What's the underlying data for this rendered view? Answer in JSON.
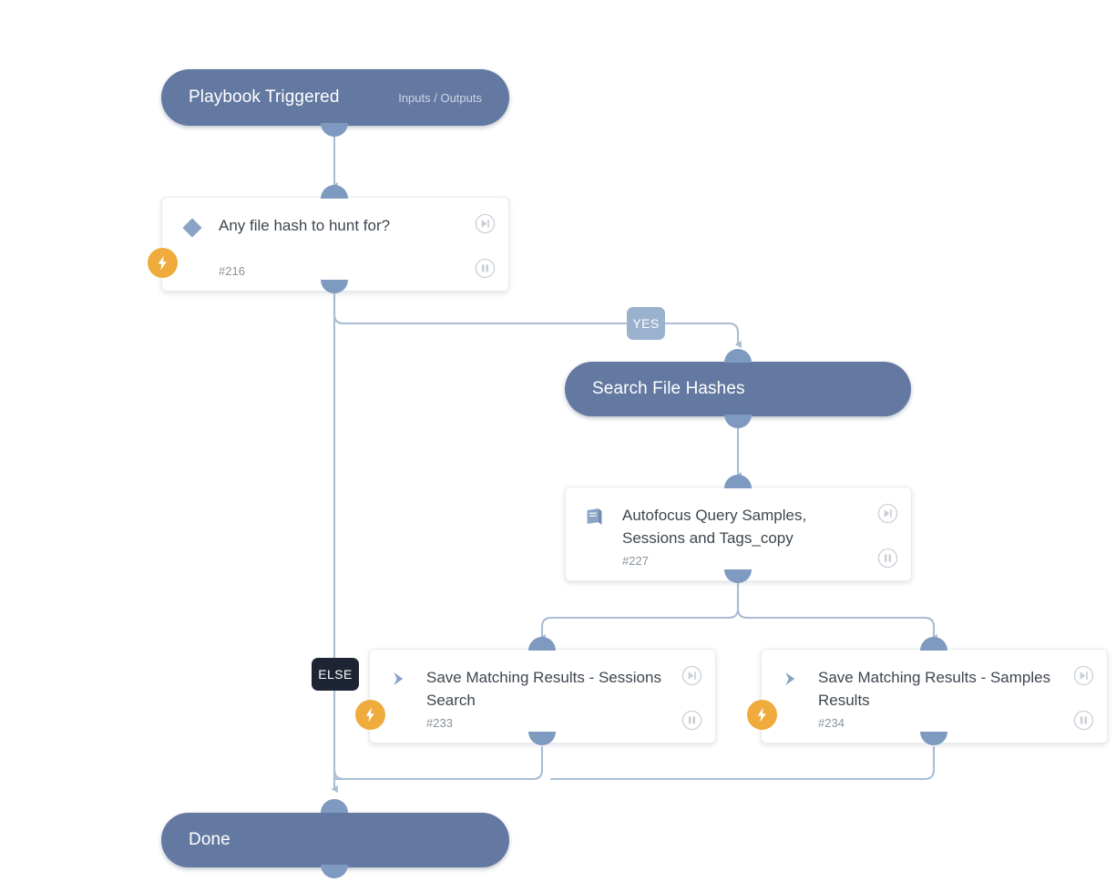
{
  "canvas": {
    "background": "#ffffff",
    "edge_color": "#a9bdd4",
    "port_color": "#7f9ac0"
  },
  "palette": {
    "pill_fill": "#6379a1",
    "pill_text": "#ffffff",
    "pill_subtext": "#ccd6e6",
    "card_fill": "#ffffff",
    "card_border": "#e8ebef",
    "card_title_text": "#3e4650",
    "card_id_text": "#8a929c",
    "bolt_orange": "#efab3c",
    "yes_badge": "#9bb2ce",
    "else_badge": "#1d2433",
    "control_icon": "#c9ced4"
  },
  "nodes": {
    "start": {
      "title": "Playbook Triggered",
      "subtitle": "Inputs / Outputs",
      "type": "start-pill"
    },
    "condition": {
      "title": "Any file hash to hunt for?",
      "id": "#216",
      "icon": "condition-diamond-icon",
      "badge": "lightning-bolt-icon",
      "controls": [
        "skip-forward-icon",
        "pause-icon"
      ],
      "type": "condition-card"
    },
    "search_hashes": {
      "title": "Search File Hashes",
      "type": "section-pill"
    },
    "autofocus": {
      "title": "Autofocus Query Samples, Sessions and Tags_copy",
      "id": "#227",
      "icon": "playbook-book-icon",
      "controls": [
        "skip-forward-icon",
        "pause-icon"
      ],
      "type": "task-card"
    },
    "save_sessions": {
      "title": "Save Matching Results - Sessions Search",
      "id": "#233",
      "icon": "chevron-right-icon",
      "badge": "lightning-bolt-icon",
      "controls": [
        "skip-forward-icon",
        "pause-icon"
      ],
      "type": "task-card"
    },
    "save_samples": {
      "title": "Save Matching Results - Samples Results",
      "id": "#234",
      "icon": "chevron-right-icon",
      "badge": "lightning-bolt-icon",
      "controls": [
        "skip-forward-icon",
        "pause-icon"
      ],
      "type": "task-card"
    },
    "done": {
      "title": "Done",
      "type": "end-pill"
    }
  },
  "branch_labels": {
    "yes": "YES",
    "else": "ELSE"
  }
}
